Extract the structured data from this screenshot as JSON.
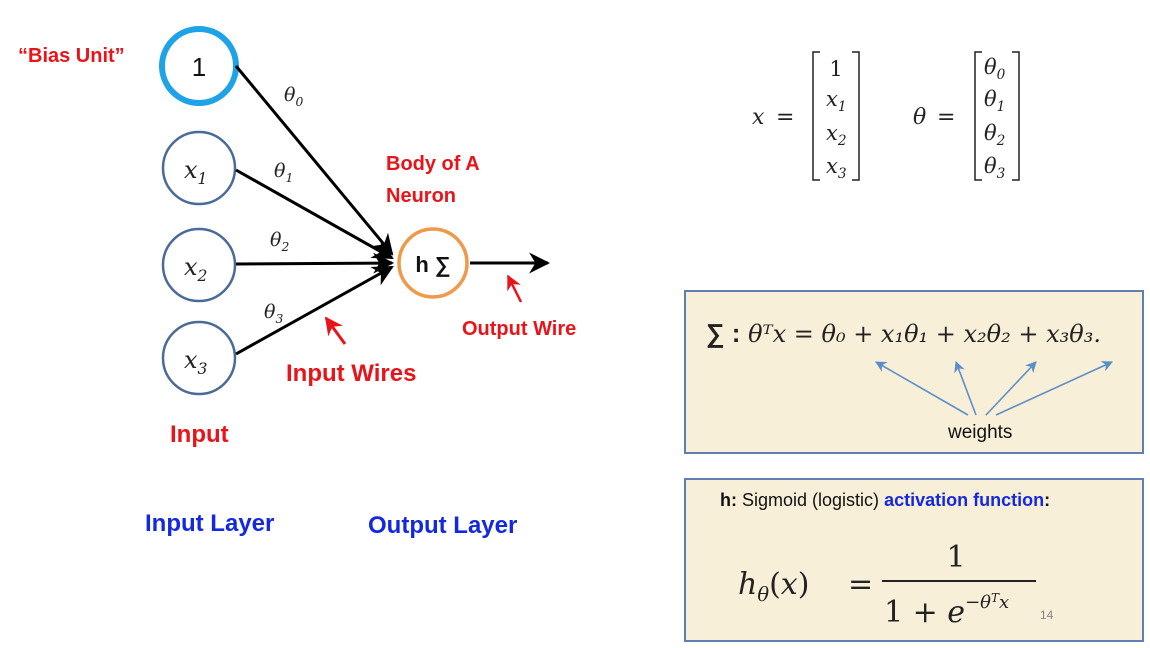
{
  "labels": {
    "bias_unit": "“Bias Unit”",
    "bias_value": "1",
    "body_line1": "Body of A",
    "body_line2": "Neuron",
    "neuron_symbol": "h ∑",
    "output_wire": "Output Wire",
    "input_wires": "Input Wires",
    "input": "Input",
    "input_layer": "Input Layer",
    "output_layer": "Output Layer"
  },
  "sigma_panel": {
    "symbol": "∑ :",
    "equation": "θᵀx = θ₀ + x₁θ₁ + x₂θ₂ + x₃θ₃.",
    "weights_label": "weights"
  },
  "sigmoid_panel": {
    "h_label": "h:",
    "title_text": "Sigmoid (logistic)",
    "activation_text": "activation function",
    "colon": ":",
    "page_number": "14"
  },
  "colors": {
    "red": "#e8141a",
    "blue": "#1428e0",
    "bias_circle": "#1ea3e6",
    "input_circle": "#4a6b95",
    "neuron_circle": "#ef9a4a",
    "panel_bg": "#f8efd9",
    "panel_border": "#5f7fb0",
    "arrow_blue": "#5b8fc9"
  }
}
